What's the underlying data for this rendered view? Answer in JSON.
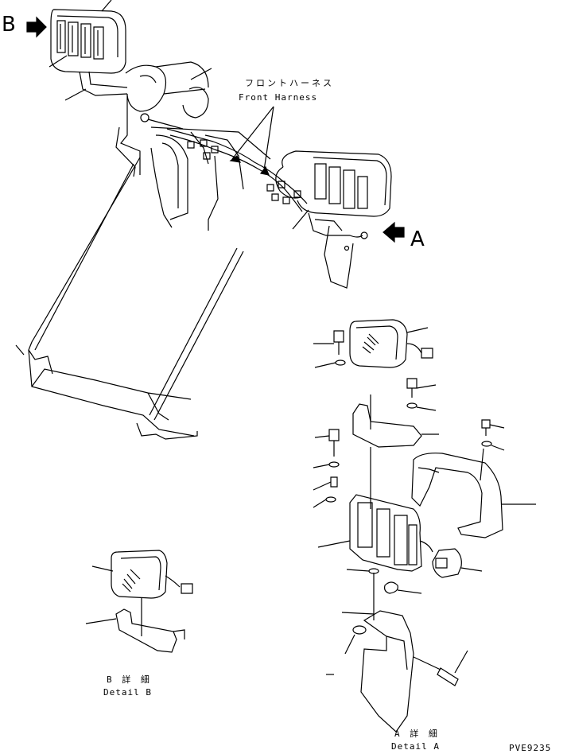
{
  "view_labels": {
    "b": "B",
    "a": "A"
  },
  "harness": {
    "jp": "フロントハーネス",
    "en": "Front Harness"
  },
  "detail_b": {
    "jp": "B 詳 細",
    "en": "Detail B"
  },
  "detail_a": {
    "jp": "A 詳 細",
    "en": "Detail A"
  },
  "drawing_code": "PVE9235",
  "style": {
    "line_color": "#000000",
    "background": "#ffffff"
  }
}
